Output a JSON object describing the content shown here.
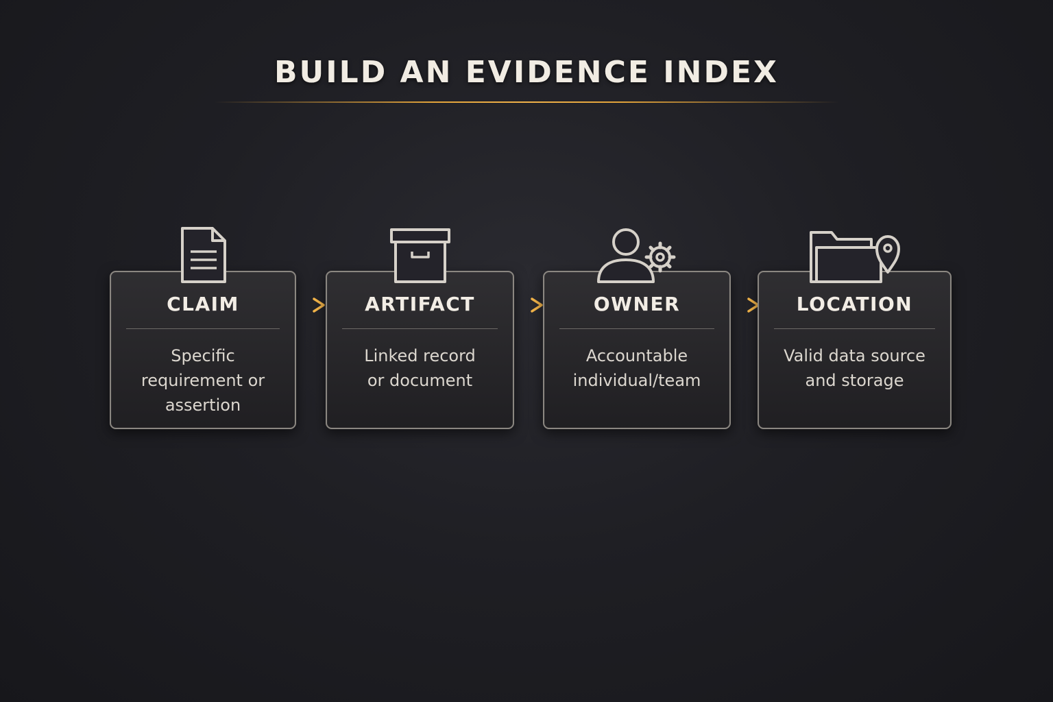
{
  "title": "BUILD AN EVIDENCE INDEX",
  "colors": {
    "accent": "#f0a93a",
    "border": "#8b8781",
    "background": "#1f1f24",
    "text": "#f2ede5"
  },
  "steps": [
    {
      "title": "CLAIM",
      "description": "Specific requirement or assertion",
      "icon": "document-icon"
    },
    {
      "title": "ARTIFACT",
      "description": "Linked record or document",
      "icon": "archive-box-icon"
    },
    {
      "title": "OWNER",
      "description": "Accountable individual/team",
      "icon": "user-gear-icon"
    },
    {
      "title": "LOCATION",
      "description": "Valid data source and storage",
      "icon": "folder-location-icon"
    }
  ]
}
